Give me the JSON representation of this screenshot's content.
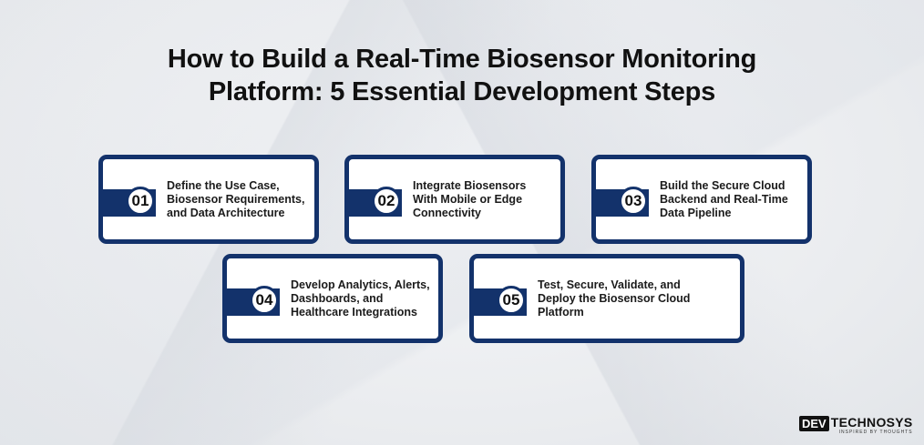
{
  "title": {
    "line1": "How to Build a Real-Time Biosensor Monitoring",
    "line2": "Platform: 5 Essential Development Steps"
  },
  "steps": [
    {
      "number": "01",
      "text": "Define the Use Case, Biosensor Requirements, and Data Architecture"
    },
    {
      "number": "02",
      "text": "Integrate Biosensors With Mobile or Edge Connectivity"
    },
    {
      "number": "03",
      "text": "Build the Secure Cloud Backend and Real-Time Data Pipeline"
    },
    {
      "number": "04",
      "text": "Develop Analytics, Alerts, Dashboards, and Healthcare Integrations"
    },
    {
      "number": "05",
      "text": "Test, Secure, Validate, and Deploy the Biosensor Cloud Platform"
    }
  ],
  "logo": {
    "mark": "DEV",
    "name": "TECHNOSYS",
    "tagline": "INSPIRED BY THOUGHTS"
  },
  "colors": {
    "card_border": "#13326b",
    "title_text": "#111111",
    "background": "#eceef1"
  }
}
